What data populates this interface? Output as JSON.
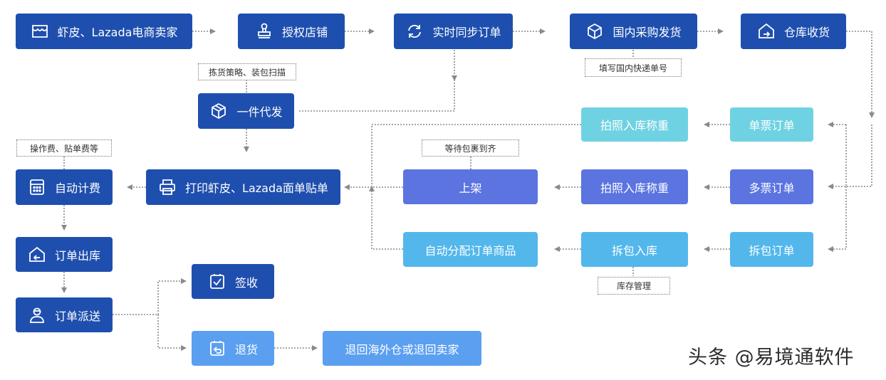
{
  "nodes": {
    "sellers": "虾皮、Lazada电商卖家",
    "authorize": "授权店铺",
    "sync_orders": "实时同步订单",
    "domestic_purchase": "国内采购发货",
    "warehouse_receive": "仓库收货",
    "dropship": "一件代发",
    "single_order": "单票订单",
    "photo_weigh_1": "拍照入库称重",
    "multi_order": "多票订单",
    "photo_weigh_2": "拍照入库称重",
    "shelve": "上架",
    "print_label": "打印虾皮、Lazada面单贴单",
    "auto_billing": "自动计费",
    "unpack_order": "拆包订单",
    "unpack_inbound": "拆包入库",
    "auto_allocate": "自动分配订单商品",
    "order_outbound": "订单出库",
    "order_dispatch": "订单派送",
    "sign": "签收",
    "return": "退货",
    "return_dest": "退回海外仓或退回卖家"
  },
  "notes": {
    "fill_tracking": "填写国内快递单号",
    "picking_strategy": "拣货策略、装包扫描",
    "wait_packages": "等待包裹到齐",
    "fees": "操作费、贴单费等",
    "inventory": "库存管理"
  },
  "colors": {
    "dark": "#1f4fae",
    "purple": "#5b74e0",
    "cyan": "#6fd2e2",
    "sky": "#53b7ec",
    "light": "#5b9ff0",
    "connector": "#8a8a8a"
  },
  "watermark": "头条 @易境通软件"
}
